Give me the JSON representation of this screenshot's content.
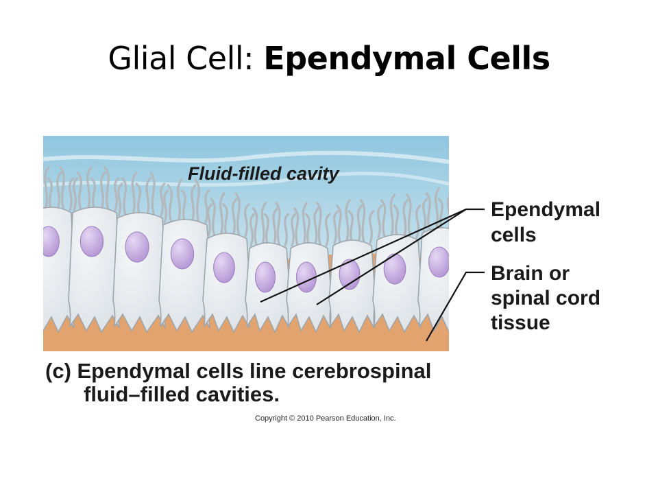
{
  "title": {
    "prefix": "Glial Cell: ",
    "emphasis": "Ependymal Cells"
  },
  "figure": {
    "cavity_label": "Fluid-filled cavity",
    "labels": [
      {
        "id": "ependymal",
        "lines": [
          "Ependymal",
          "cells"
        ]
      },
      {
        "id": "tissue",
        "lines": [
          "Brain or",
          "spinal cord",
          "tissue"
        ]
      }
    ],
    "caption_line1": "(c) Ependymal cells line cerebrospinal",
    "caption_line2": "fluid–filled cavities.",
    "copyright": "Copyright © 2010 Pearson Education, Inc.",
    "colors": {
      "fluid_top": "#8fc6df",
      "fluid_bottom": "#cfe6ef",
      "tissue": "#e2a36e",
      "cell_body": "#dde2e6",
      "cell_outline": "#9ea5ab",
      "nucleus": "#b79ad6",
      "cilia": "#b3b8bc"
    }
  }
}
